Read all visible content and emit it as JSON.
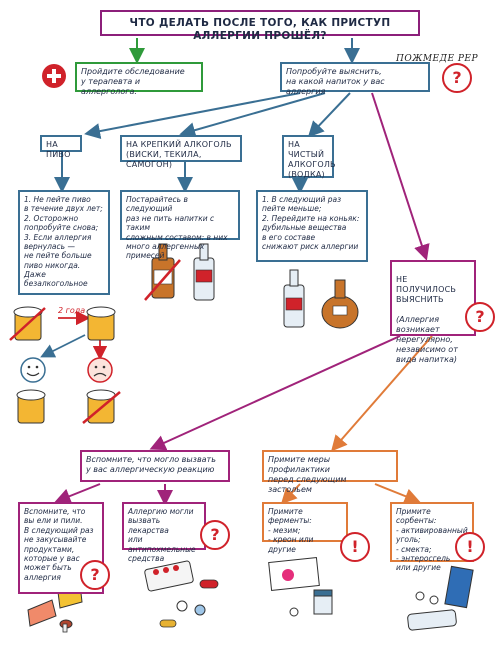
{
  "title": "ЧТО ДЕЛАТЬ ПОСЛЕ ТОГО, КАК ПРИСТУП АЛЛЕРГИИ ПРОШЁЛ?",
  "logo": "ПОЖМЕДЕ РЕР",
  "left_branch": "Пройдите обследование\nу терапевта и аллерголога.",
  "right_branch": "Попробуйте выяснить,\nна какой напиток у вас аллергия",
  "beer": {
    "header": "НА ПИВО",
    "text": "1. Не пейте пиво\nв течение двух лет;\n2. Осторожно\nпопробуйте снова;\n3. Если аллергия\nвернулась —\nне пейте больше\nпиво никогда.\nДаже безалкогольное",
    "two_years": "2 года"
  },
  "strong": {
    "header": "НА КРЕПКИЙ АЛКОГОЛЬ\n(ВИСКИ, ТЕКИЛА, САМОГОН)",
    "text": "Постарайтесь в следующий\nраз не пить напитки с таким\nсложным составом: в них\nмного аллергенных примесей"
  },
  "pure": {
    "header": "НА ЧИСТЫЙ\nАЛКОГОЛЬ\n(ВОДКА)",
    "text": "1. В следующий раз\nпейте меньше;\n2. Перейдите на коньяк:\nдубильные вещества\nв его составе\nснижают риск аллергии"
  },
  "unknown": {
    "header": "НЕ ПОЛУЧИЛОСЬ\nВЫЯСНИТЬ",
    "text": "(Аллергия возникает\nнерегулярно,\nнезависимо от\nвида напитка)"
  },
  "remember": "Вспомните, что могло вызвать\nу вас аллергическую реакцию",
  "prevention": "Примите меры профилактики\nперед следующим застольем",
  "food": "Вспомните, что\nвы ели и пили.\nВ следующий раз\nне закусывайте\nпродуктами,\nкоторые у вас\nможет быть\nаллергия",
  "drugs": "Аллергию могли\nвызвать лекарства\nили антипохмельные\nсредства",
  "enzymes": "Примите ферменты:\n- мезим;\n- креон или другие",
  "sorbents": "Примите сорбенты:\n- активированный\nуголь;\n- смекта;\n- энтеросгель\nили другие",
  "warn_symbol": "?",
  "alert_symbol": "!",
  "colors": {
    "title_border": "#8c1f7a",
    "green": "#2f9a3a",
    "blue": "#3a6f93",
    "purple": "#a0237a",
    "orange": "#e07b39",
    "red": "#d0222a"
  }
}
